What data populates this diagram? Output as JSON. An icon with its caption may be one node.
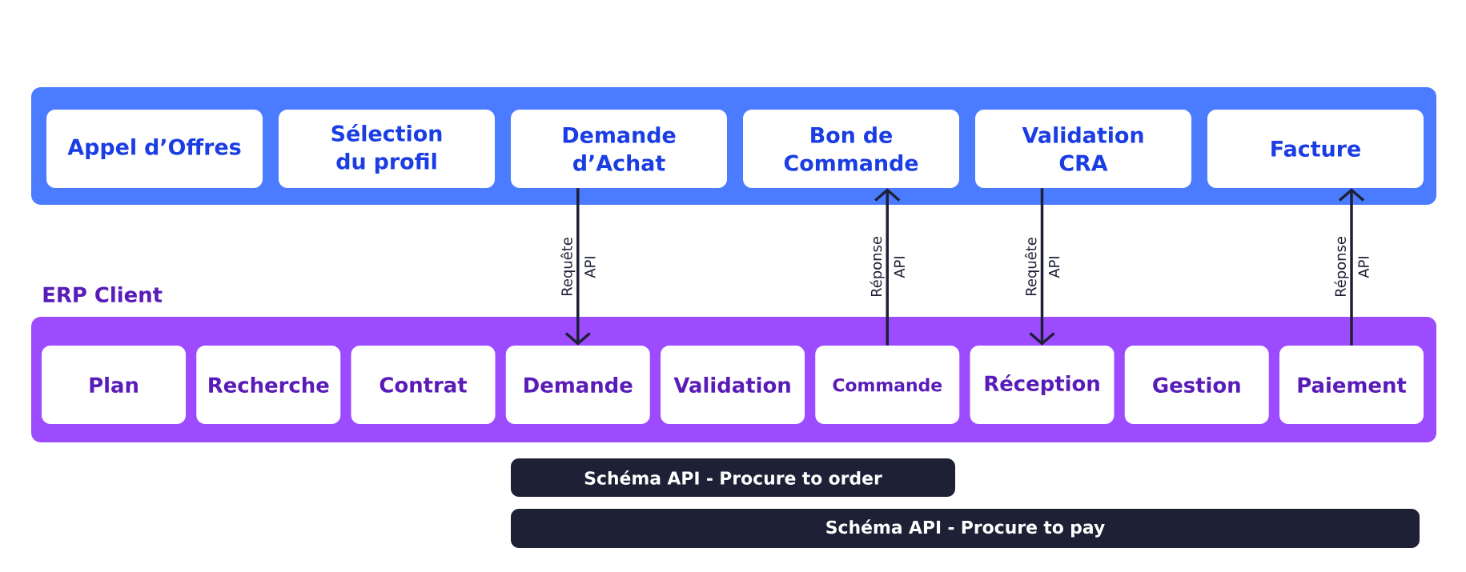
{
  "diagram": {
    "nodes": [
      {
        "text": [],
        "shape": "box"
      },
      {
        "text": [
          "Appel d’Offres"
        ],
        "in": 0
      },
      {
        "text": [
          "Sélection du profil"
        ],
        "in": 0
      },
      {
        "text": [
          "Demande d’Achat"
        ],
        "in": 0
      },
      {
        "text": [
          "Bon de Commande"
        ],
        "in": 0
      },
      {
        "text": [
          "Validation CRA"
        ],
        "in": 0
      },
      {
        "text": [
          "Facture"
        ],
        "in": 0
      },
      {
        "text": [
          "ERP Client"
        ]
      },
      {
        "text": [
          "Plan"
        ],
        "in": 7
      },
      {
        "text": [
          "Recherche"
        ],
        "in": 7
      },
      {
        "text": [
          "Contrat"
        ],
        "in": 7
      },
      {
        "text": [
          "Demande"
        ],
        "in": 7
      },
      {
        "text": [
          "Validation"
        ],
        "in": 7
      },
      {
        "text": [
          "Commande"
        ],
        "in": 7
      },
      {
        "text": [
          "Réception"
        ],
        "in": 7
      },
      {
        "text": [
          "Gestion"
        ],
        "in": 7
      },
      {
        "text": [
          "Paiement"
        ],
        "in": 7
      },
      {
        "text": [
          "Schéma API - Procure to order"
        ]
      },
      {
        "text": [
          "Schéma API - Procure to pay"
        ]
      }
    ],
    "edges": [
      {
        "from": 3,
        "to": 11,
        "arrow": "to",
        "label": "Requête API"
      },
      {
        "from": 13,
        "to": 4,
        "arrow": "to",
        "label": "Réponse API"
      },
      {
        "from": 5,
        "to": 14,
        "arrow": "to",
        "label": "Requête API"
      },
      {
        "from": 16,
        "to": 6,
        "arrow": "to",
        "label": "Réponse API"
      }
    ]
  }
}
